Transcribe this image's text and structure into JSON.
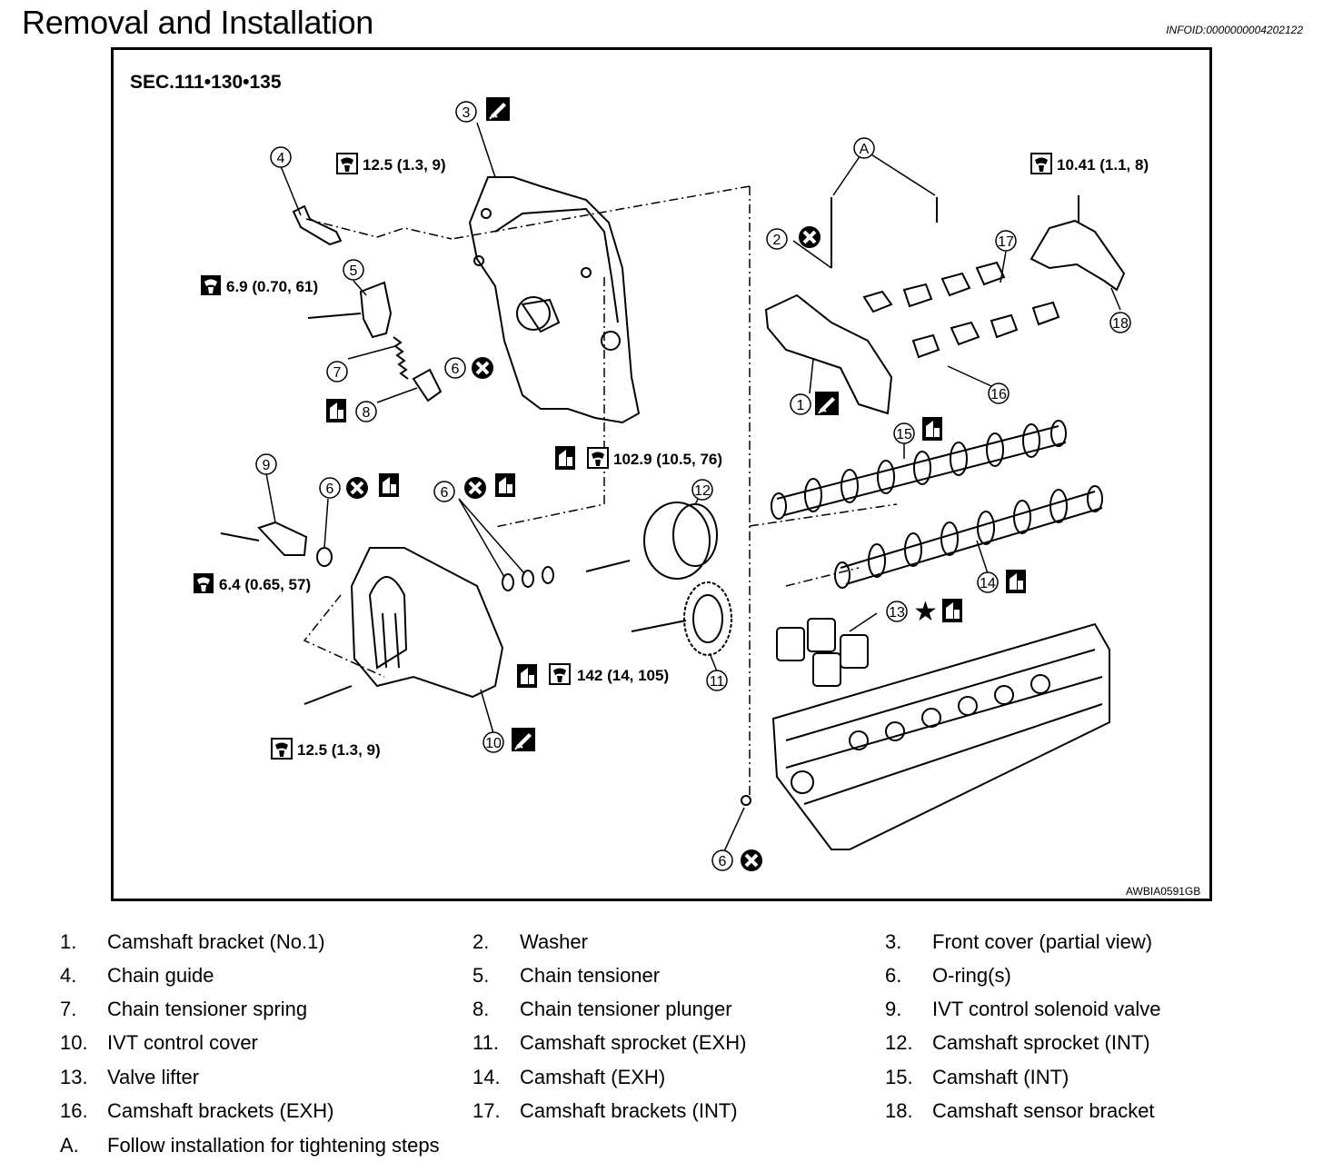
{
  "page": {
    "title": "Removal and Installation",
    "infoid": "INFOID:0000000004202122"
  },
  "figure": {
    "section": "SEC.111•130•135",
    "code": "AWBIA0591GB",
    "torque": {
      "t1": "12.5 (1.3, 9)",
      "t2": "6.9 (0.70, 61)",
      "t3": "10.41 (1.1, 8)",
      "t4": "102.9 (10.5, 76)",
      "t5": "6.4 (0.65, 57)",
      "t6": "142 (14, 105)",
      "t7": "12.5 (1.3, 9)"
    },
    "callouts": [
      "1",
      "2",
      "3",
      "4",
      "5",
      "6",
      "7",
      "8",
      "9",
      "10",
      "11",
      "12",
      "13",
      "14",
      "15",
      "16",
      "17",
      "18",
      "A"
    ]
  },
  "legend": [
    {
      "num": "1.",
      "text": "Camshaft bracket (No.1)"
    },
    {
      "num": "2.",
      "text": "Washer"
    },
    {
      "num": "3.",
      "text": "Front cover (partial view)"
    },
    {
      "num": "4.",
      "text": "Chain guide"
    },
    {
      "num": "5.",
      "text": "Chain tensioner"
    },
    {
      "num": "6.",
      "text": "O-ring(s)"
    },
    {
      "num": "7.",
      "text": "Chain tensioner spring"
    },
    {
      "num": "8.",
      "text": "Chain tensioner plunger"
    },
    {
      "num": "9.",
      "text": "IVT control solenoid valve"
    },
    {
      "num": "10.",
      "text": "IVT control cover"
    },
    {
      "num": "11.",
      "text": "Camshaft sprocket (EXH)"
    },
    {
      "num": "12.",
      "text": "Camshaft sprocket (INT)"
    },
    {
      "num": "13.",
      "text": "Valve lifter"
    },
    {
      "num": "14.",
      "text": "Camshaft (EXH)"
    },
    {
      "num": "15.",
      "text": "Camshaft (INT)"
    },
    {
      "num": "16.",
      "text": "Camshaft brackets (EXH)"
    },
    {
      "num": "17.",
      "text": "Camshaft brackets (INT)"
    },
    {
      "num": "18.",
      "text": "Camshaft sensor bracket"
    },
    {
      "num": "A.",
      "text": "Follow installation for tightening steps"
    }
  ]
}
